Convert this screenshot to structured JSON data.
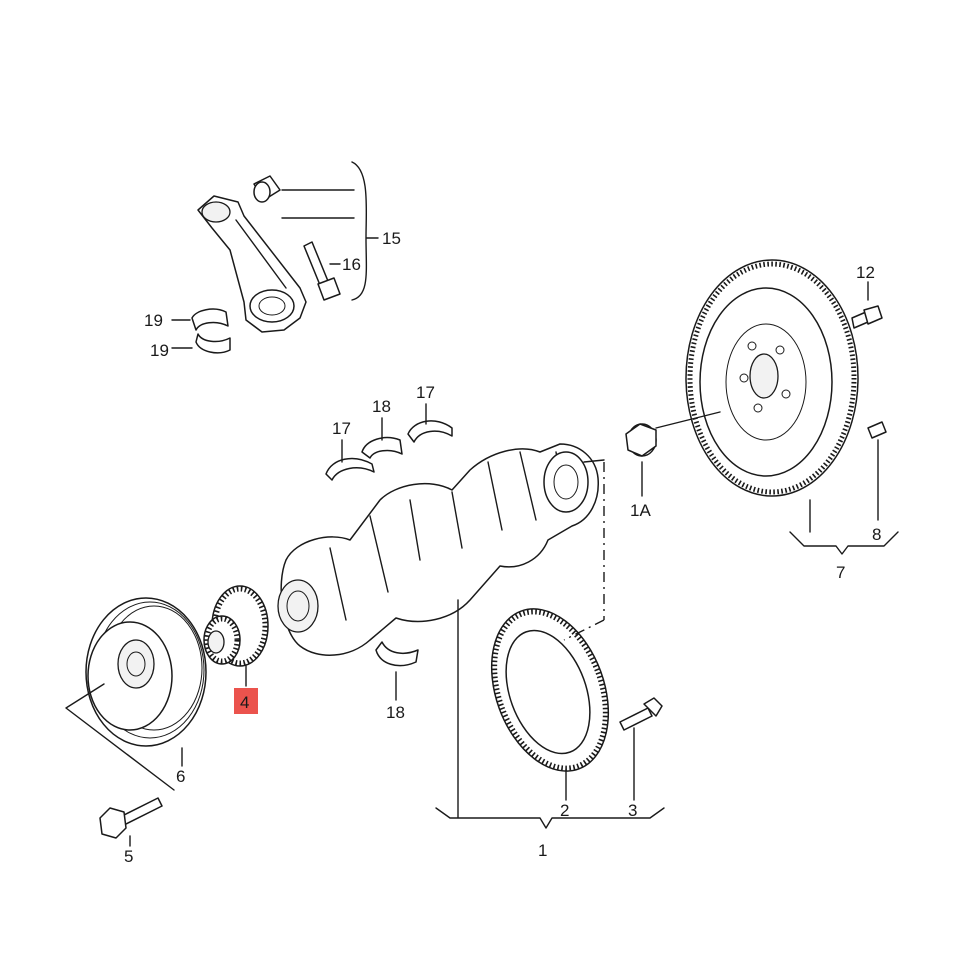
{
  "callouts": {
    "c1": "1",
    "c1a": "1A",
    "c2": "2",
    "c3": "3",
    "c4": "4",
    "c5": "5",
    "c6": "6",
    "c7": "7",
    "c8": "8",
    "c12": "12",
    "c15": "15",
    "c16": "16",
    "c17a": "17",
    "c17b": "17",
    "c18a": "18",
    "c18b": "18",
    "c19a": "19",
    "c19b": "19"
  },
  "highlight": {
    "part": "4",
    "color": "#e8352e"
  }
}
